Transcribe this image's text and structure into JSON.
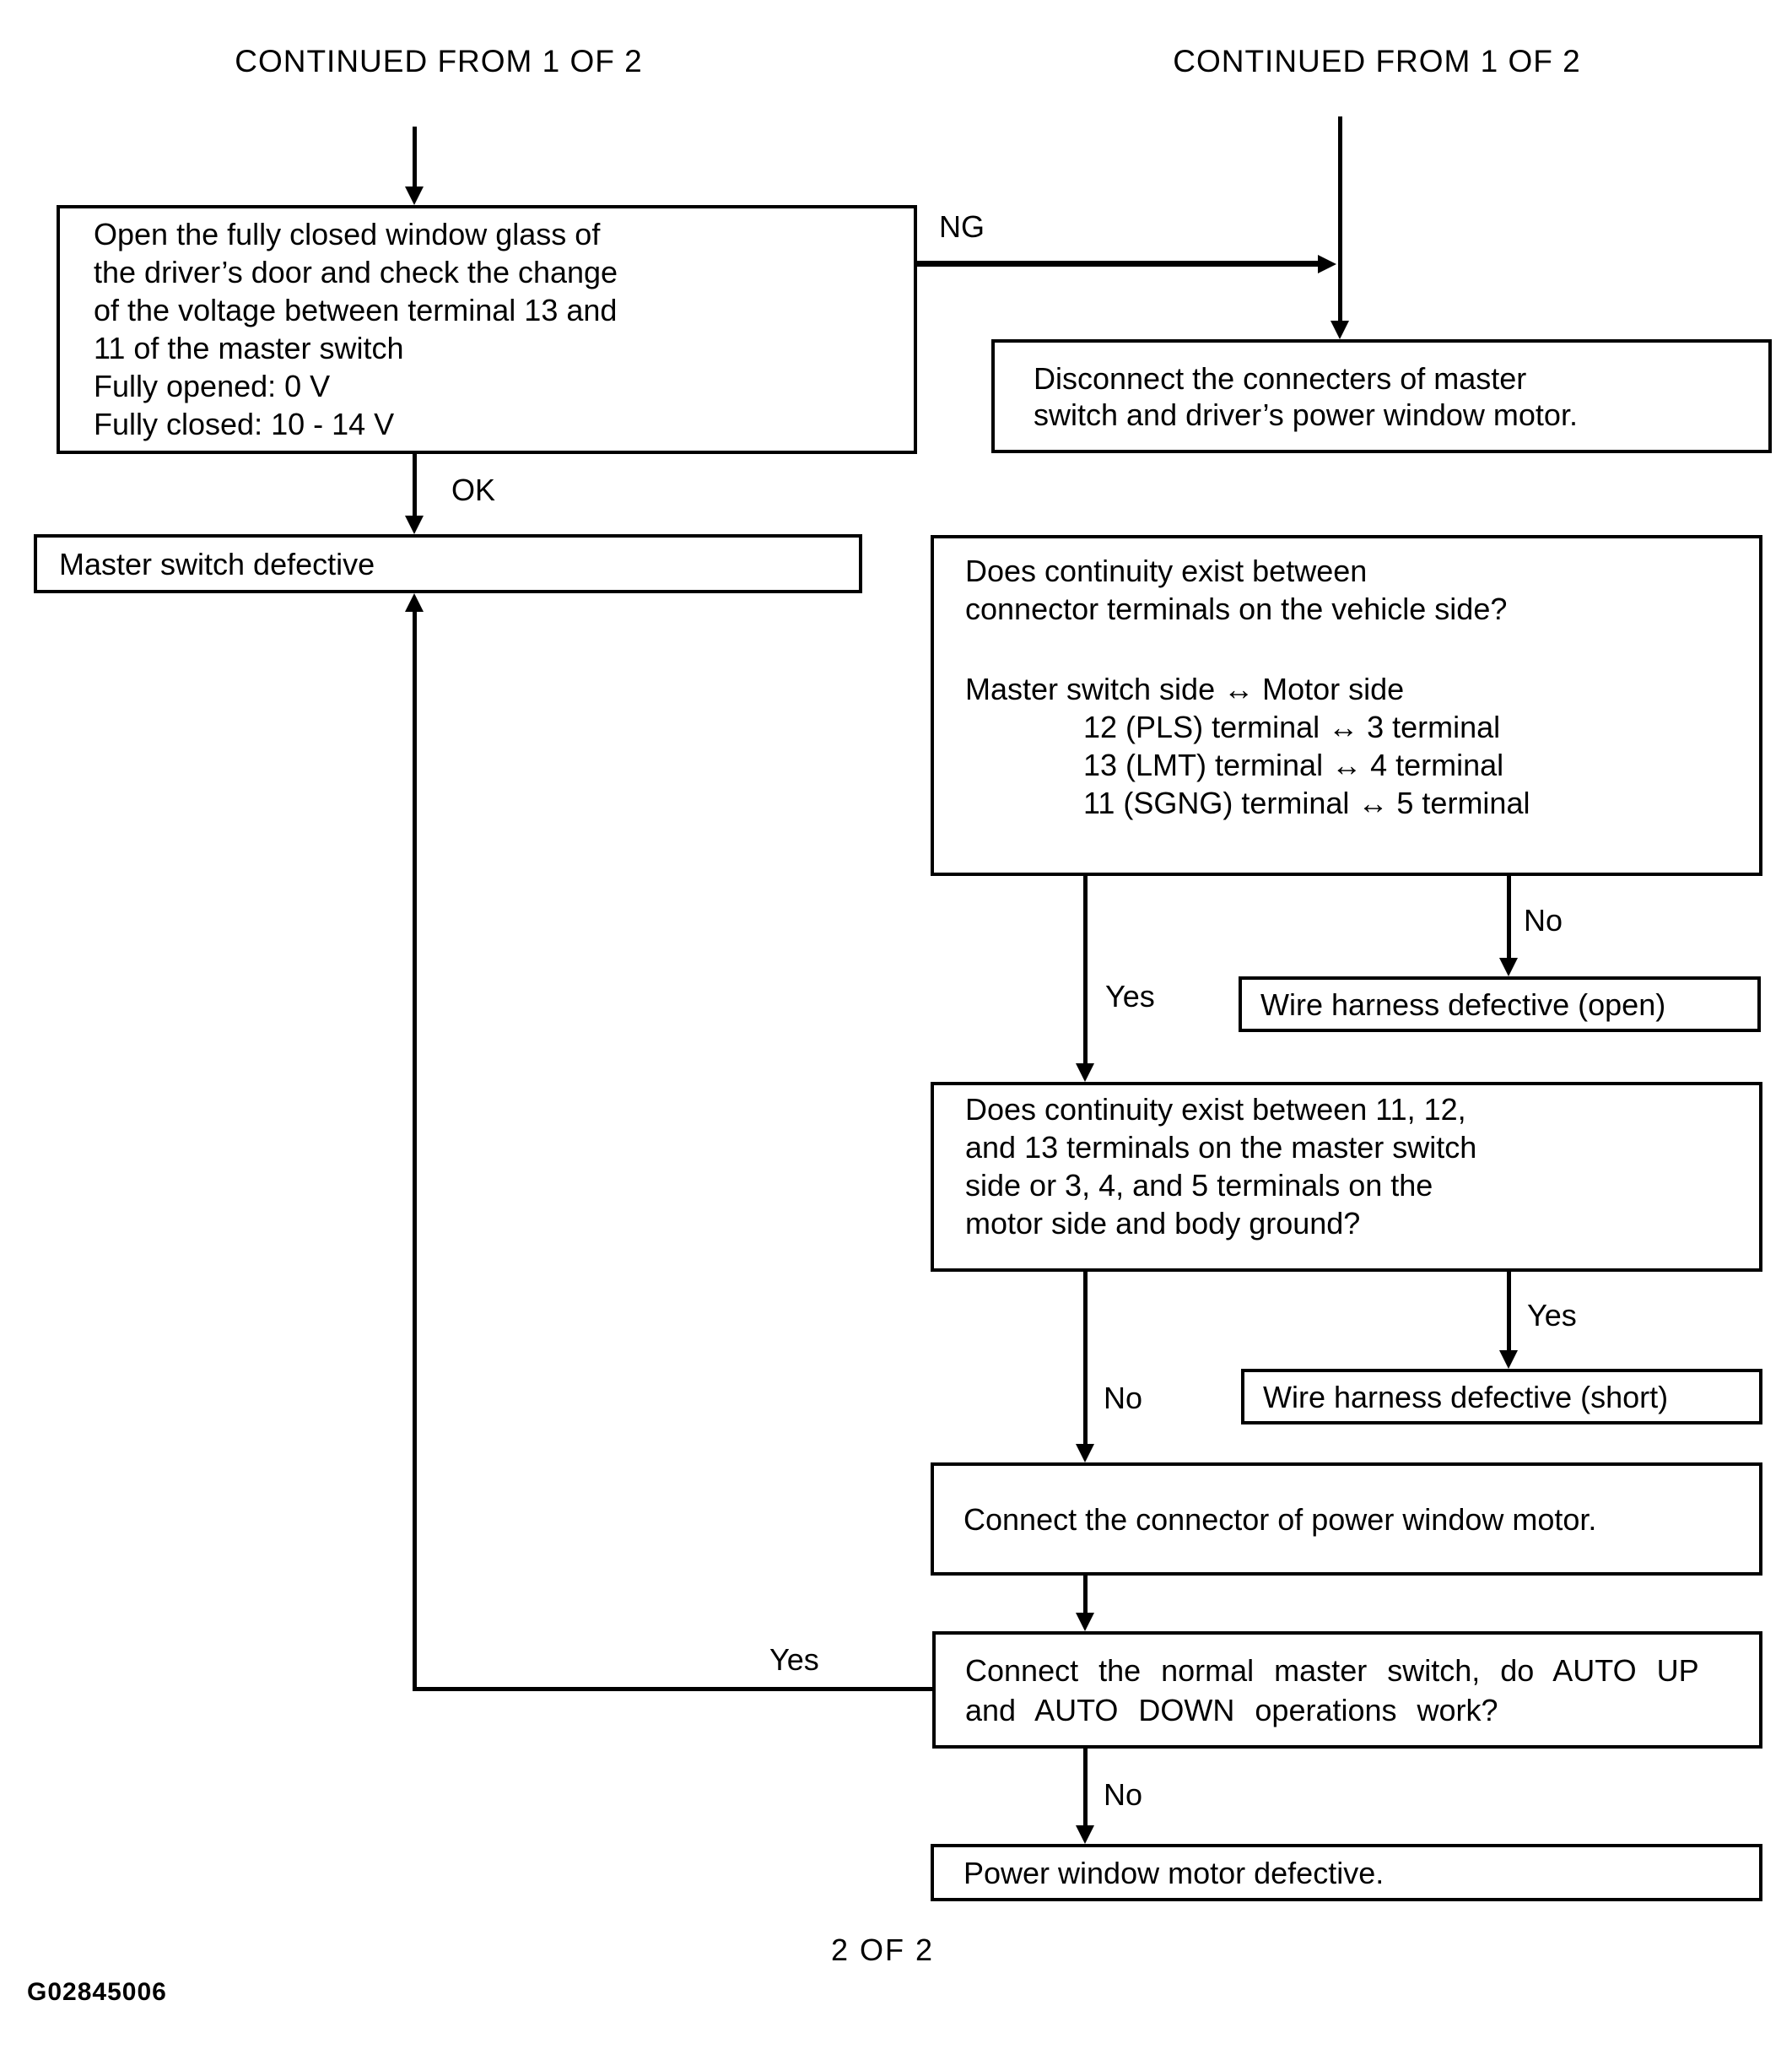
{
  "labels": {
    "continued_left": "CONTINUED FROM 1 OF 2",
    "continued_right": "CONTINUED FROM 1 OF 2",
    "ng": "NG",
    "ok": "OK",
    "yes_continuity": "Yes",
    "no_continuity": "No",
    "no_ground": "No",
    "yes_ground": "Yes",
    "yes_feedback": "Yes",
    "no_final": "No",
    "page": "2 OF 2",
    "figure_code": "G02845006"
  },
  "nodes": {
    "check_voltage": {
      "lines": [
        "Open the fully closed window glass of",
        "the driver’s door and check the change",
        "of the voltage between terminal 13 and",
        "11 of the master switch",
        "Fully opened: 0 V",
        "Fully closed: 10 - 14 V"
      ]
    },
    "master_switch_defective": {
      "text": "Master switch defective"
    },
    "disconnect_connectors": {
      "lines": [
        "Disconnect the connecters of master",
        "switch and driver’s power window motor."
      ]
    },
    "continuity_vehicle_side": {
      "question_lines": [
        "Does continuity exist between",
        "connector terminals on the vehicle side?"
      ],
      "mapping_header": "Master switch side ↔ Motor side",
      "mapping_lines": [
        "12 (PLS) terminal ↔ 3 terminal",
        "13 (LMT) terminal ↔ 4 terminal",
        "11 (SGNG) terminal ↔ 5 terminal"
      ]
    },
    "wire_harness_open": {
      "text": "Wire harness defective (open)"
    },
    "continuity_body_ground": {
      "lines": [
        "Does continuity exist between 11, 12,",
        "and 13 terminals on the master switch",
        "side or 3, 4, and 5 terminals on the",
        "motor side and body ground?"
      ]
    },
    "wire_harness_short": {
      "text": "Wire harness defective (short)"
    },
    "connect_motor_connector": {
      "text": "Connect the connector of power window motor."
    },
    "connect_normal_switch": {
      "lines": [
        "Connect the normal master switch, do AUTO UP",
        "and AUTO DOWN operations work?"
      ]
    },
    "motor_defective": {
      "text": "Power window motor defective."
    }
  }
}
